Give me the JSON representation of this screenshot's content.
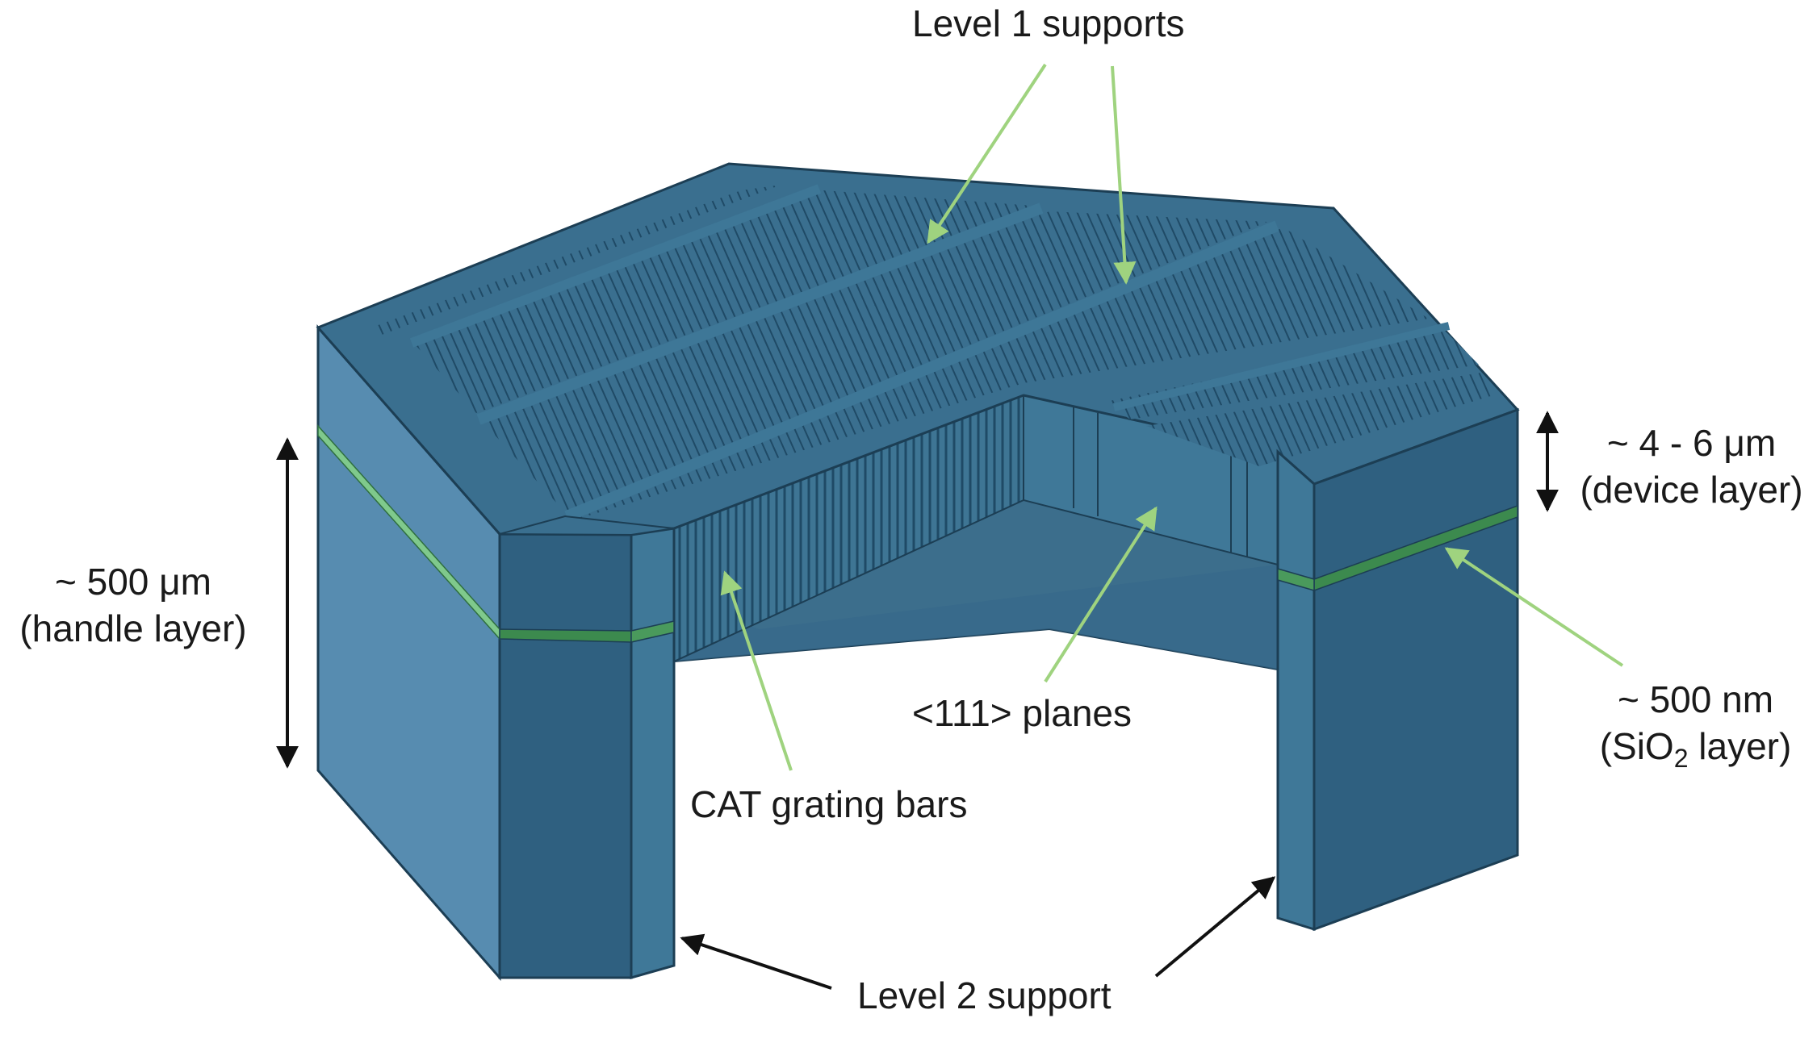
{
  "labels": {
    "level1": "Level 1 supports",
    "level2": "Level 2 support",
    "handle_value": "~ 500 μm",
    "handle_name": "(handle layer)",
    "device_value": "~ 4 - 6 μm",
    "device_name": "(device layer)",
    "oxide_value": "~ 500 nm",
    "oxide_name_prefix": "(SiO",
    "oxide_name_sub": "2",
    "oxide_name_suffix": " layer)",
    "planes": "<111> planes",
    "cat": "CAT grating bars"
  },
  "colors": {
    "top_face": "#3a6f8f",
    "side_light": "#578cb0",
    "side_mid": "#3f7898",
    "side_dark": "#2f6080",
    "inner_wall": "#3c6e8c",
    "edge": "#1c3e54",
    "hatch": "#1f4a66",
    "oxide_green": "#3c8a4e",
    "oxide_light": "#7fc98c",
    "callout_green": "#9fd37f",
    "arrow_black": "#111111"
  }
}
